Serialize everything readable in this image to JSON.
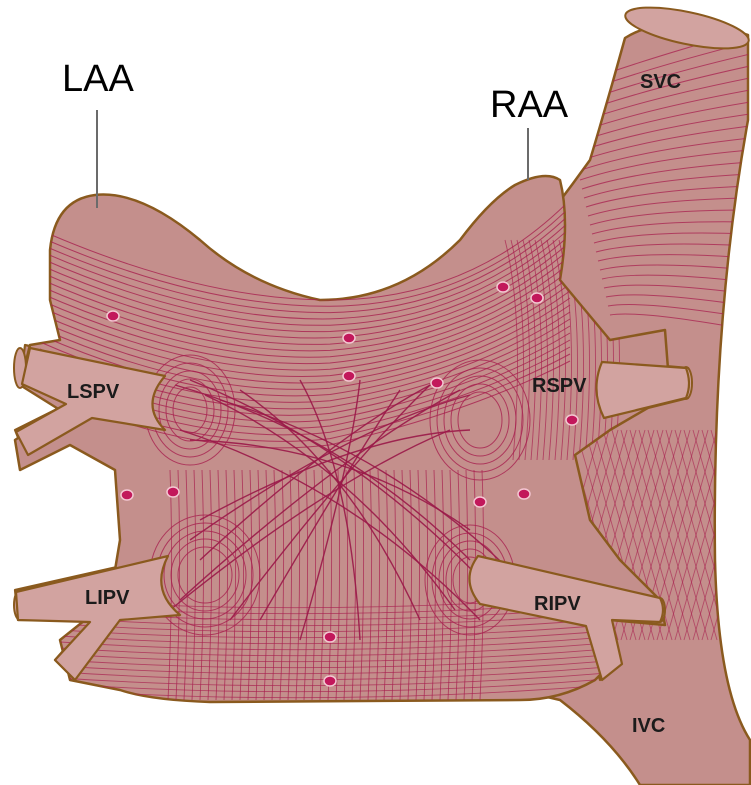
{
  "labels": {
    "laa": "LAA",
    "raa": "RAA",
    "svc": "SVC",
    "lspv": "LSPV",
    "rspv": "RSPV",
    "lipv": "LIPV",
    "ripv": "RIPV",
    "ivc": "IVC"
  },
  "colors": {
    "tissue": "#c48f8c",
    "tissue_light": "#d2a3a0",
    "outline": "#8a5a1e",
    "fiber": "#a8204f",
    "fiber_dark": "#9a1848",
    "node": "#c2185b",
    "background": "#ffffff",
    "label": "#1b1b1b"
  }
}
